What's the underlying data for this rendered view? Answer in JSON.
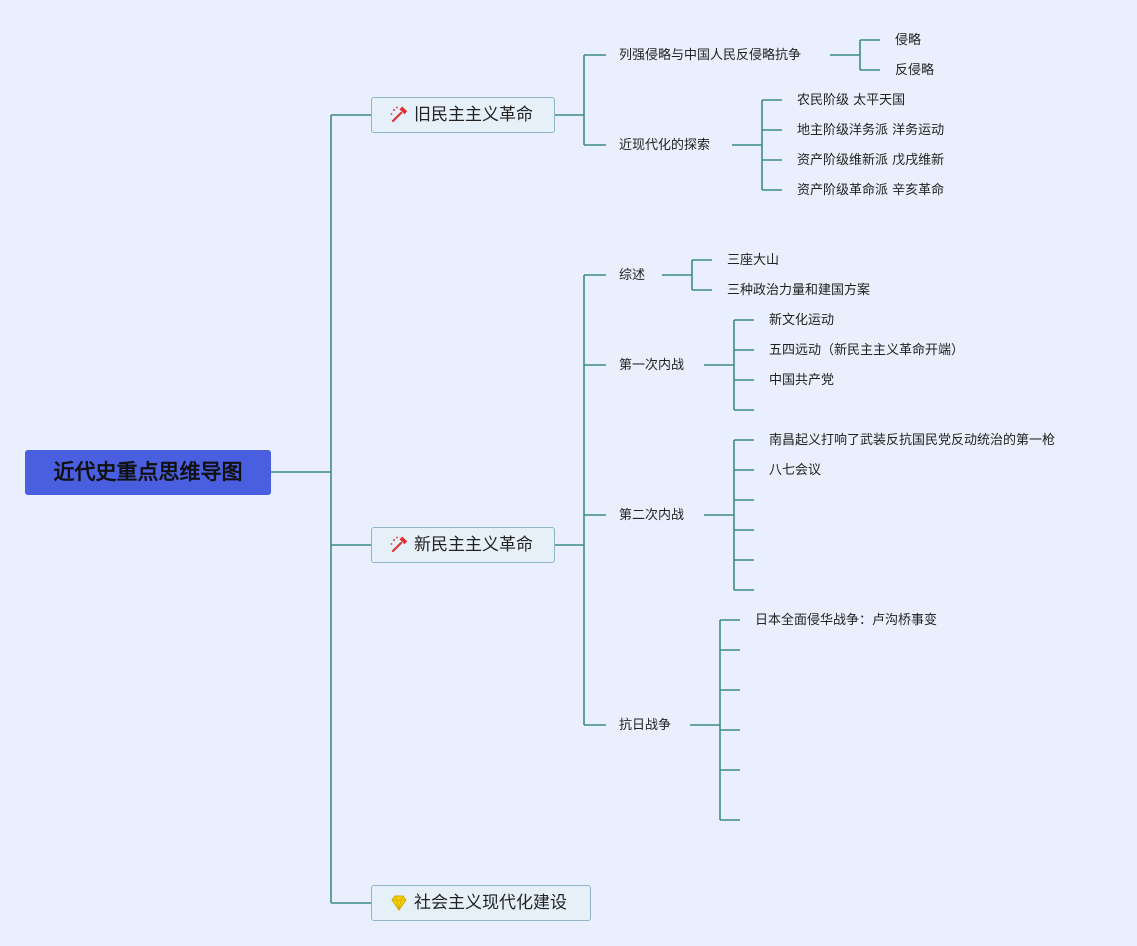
{
  "root": "近代史重点思维导图",
  "branches": [
    {
      "label": "旧民主主义革命",
      "icon": "hammer-icon",
      "children": [
        {
          "label": "列强侵略与中国人民反侵略抗争",
          "leaves": [
            "侵略",
            "反侵略"
          ]
        },
        {
          "label": "近现代化的探索",
          "leaves": [
            "农民阶级 太平天国",
            "地主阶级洋务派 洋务运动",
            "资产阶级维新派 戊戌维新",
            "资产阶级革命派 辛亥革命"
          ]
        }
      ]
    },
    {
      "label": "新民主主义革命",
      "icon": "hammer-icon",
      "children": [
        {
          "label": "综述",
          "leaves": [
            "三座大山",
            "三种政治力量和建国方案"
          ]
        },
        {
          "label": "第一次内战",
          "leaves": [
            "新文化运动",
            "五四远动（新民主主义革命开端）",
            "中国共产党",
            ""
          ]
        },
        {
          "label": "第二次内战",
          "leaves": [
            "南昌起义打响了武装反抗国民党反动统治的第一枪",
            "八七会议",
            "",
            "",
            "",
            ""
          ]
        },
        {
          "label": "抗日战争",
          "leaves": [
            "日本全面侵华战争：卢沟桥事变",
            "",
            "",
            "",
            "",
            ""
          ]
        }
      ]
    },
    {
      "label": "社会主义现代化建设",
      "icon": "diamond-icon",
      "children": []
    }
  ],
  "colors": {
    "line": "#3d8a8a",
    "root_bg": "#4a5ee0",
    "background": "#e9effc"
  }
}
